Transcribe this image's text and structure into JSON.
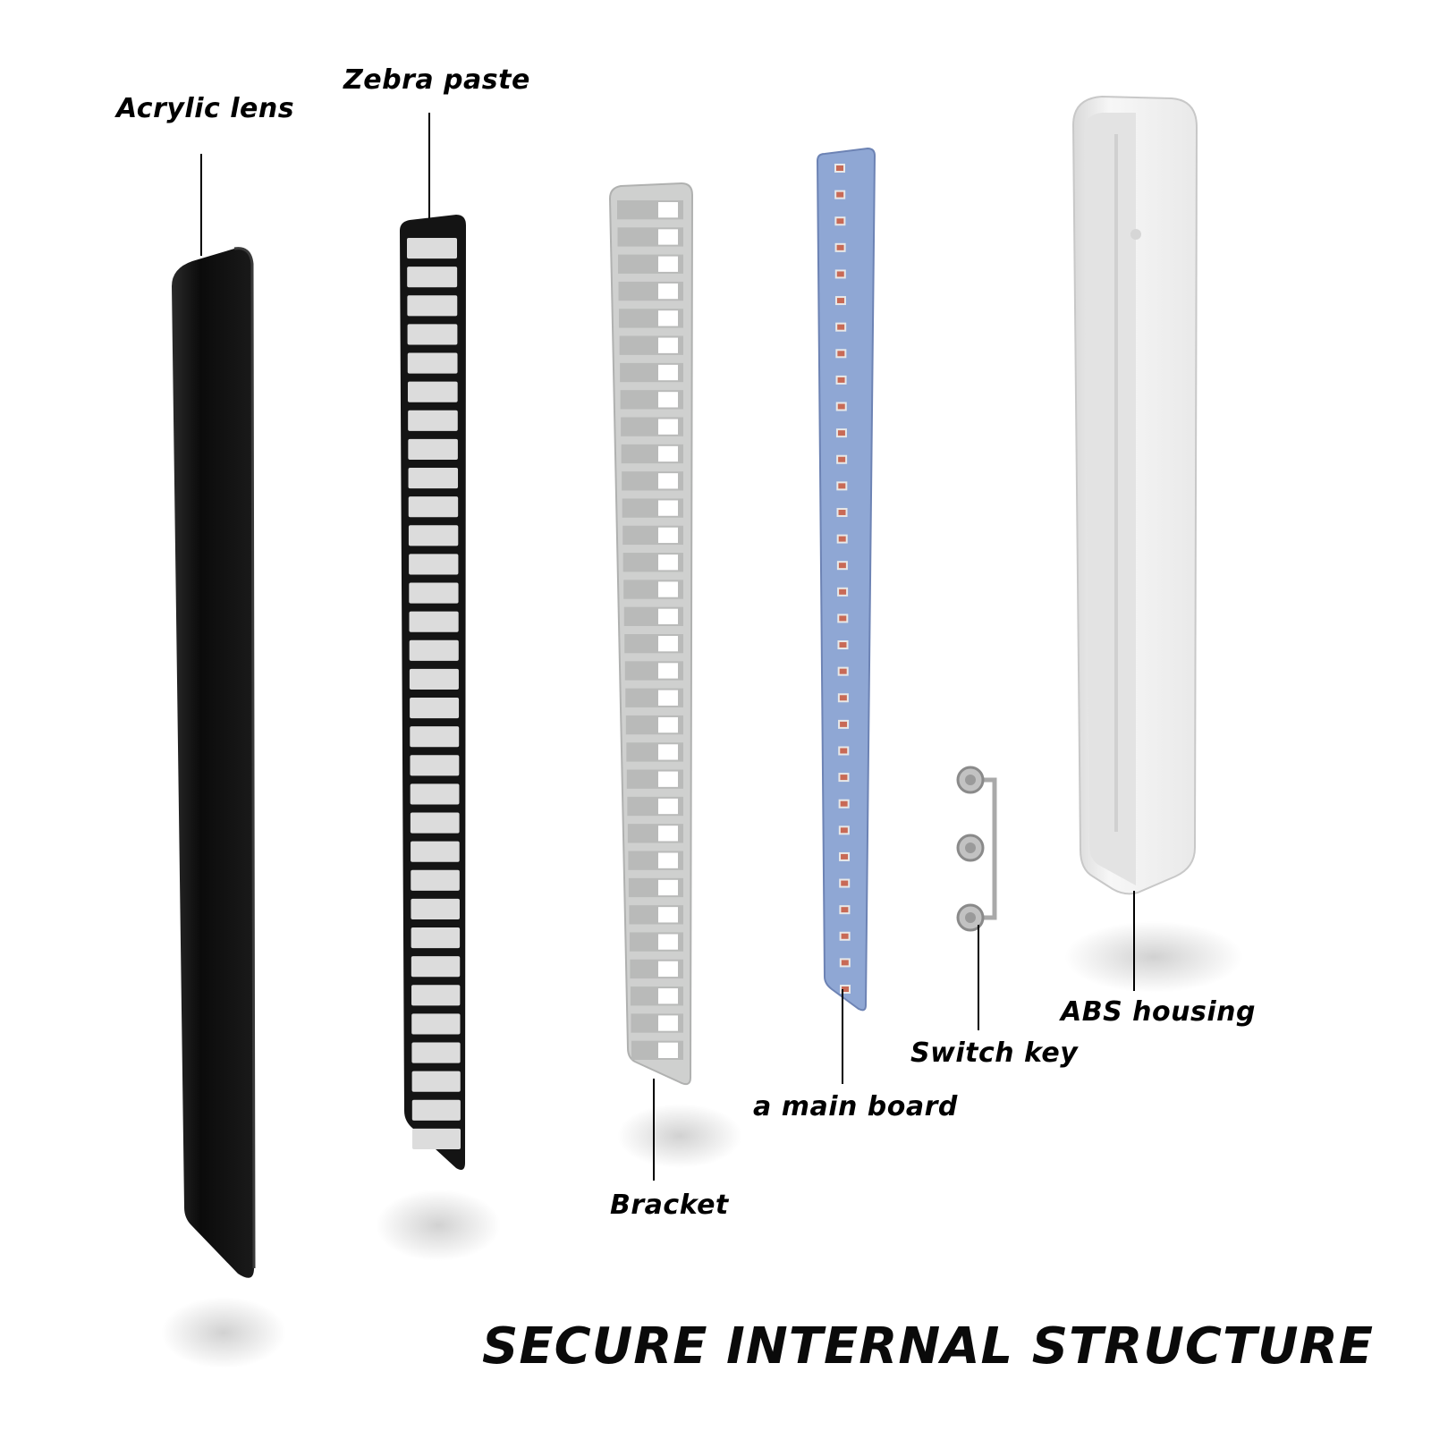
{
  "labels": {
    "acrylic_lens": "Acrylic lens",
    "zebra_paste": "Zebra paste",
    "bracket": "Bracket",
    "main_board": "a main board",
    "switch_key": "Switch key",
    "abs_housing": "ABS housing"
  },
  "title": "SECURE INTERNAL STRUCTURE",
  "colors": {
    "lens": "#111111",
    "zebra_frame": "#141414",
    "zebra_cell": "#dcdcdc",
    "bracket": "#cfd0cf",
    "bracket_shade": "#b9bab9",
    "board": "#8fa7d4",
    "board_edge": "#6d83b4",
    "led": "#c86a56",
    "housing": "#f2f2f2",
    "housing_inner": "#e1e1e1",
    "switch": "#b8b8b8"
  },
  "counts": {
    "zebra_segments": 32,
    "bracket_slots": 32,
    "leds": 32,
    "switch_keys": 3
  }
}
